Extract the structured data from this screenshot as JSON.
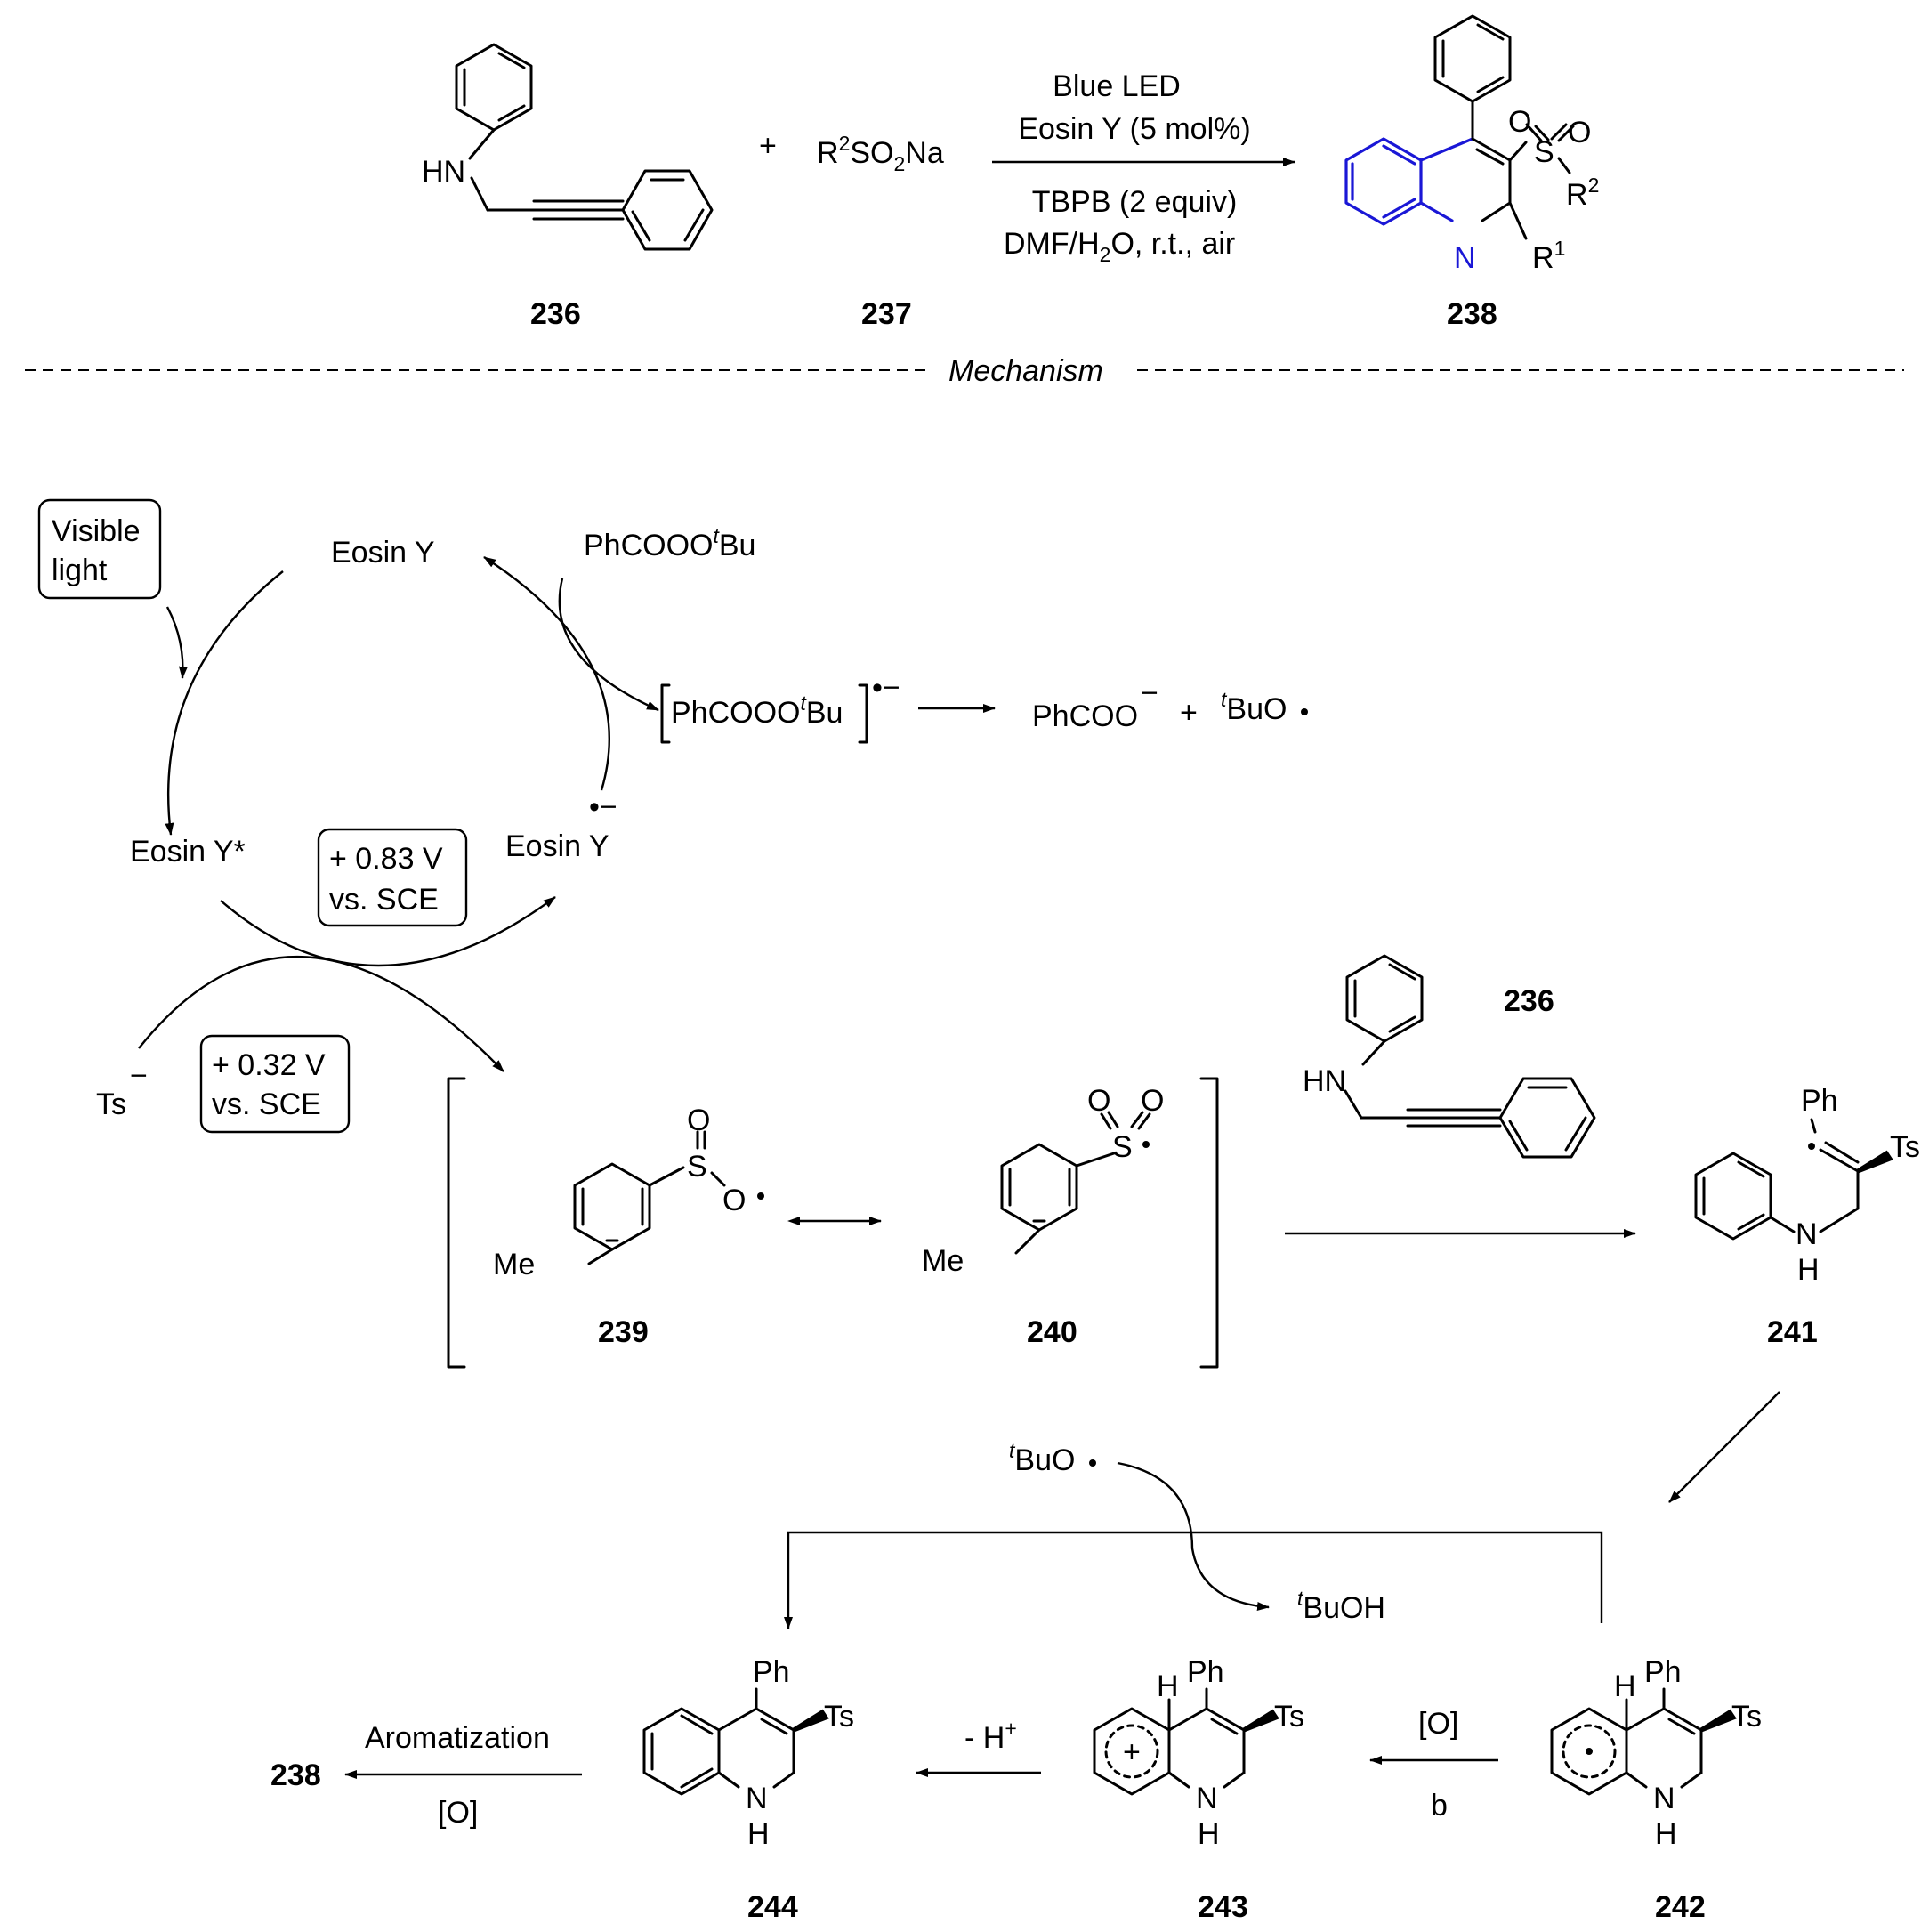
{
  "reaction": {
    "reactant1": "236",
    "plus": "+",
    "reagent": {
      "R": "R",
      "sup": "2",
      "mid": "SO",
      "sub": "2",
      "end": "Na",
      "id": "237"
    },
    "conditions": {
      "line1": "Blue LED",
      "line2": "Eosin Y (5 mol%)",
      "line3": "TBPB (2 equiv)",
      "line4_a": "DMF/H",
      "line4_sub": "2",
      "line4_b": "O, r.t., air"
    },
    "product": "238"
  },
  "mechanism_label": "Mechanism",
  "labels": {
    "HN": "HN",
    "N": "N",
    "NH_N": "N",
    "NH_H": "H",
    "H": "H",
    "O": "O",
    "S": "S",
    "R": "R",
    "R1_sup": "1",
    "R2_sup": "2",
    "Ph": "Ph",
    "Ts": "Ts",
    "Me": "Me"
  },
  "cycle": {
    "visible_light_1": "Visible",
    "visible_light_2": "light",
    "eosin_y": "Eosin Y",
    "eosin_y_star": "Eosin Y*",
    "eosin_y_rad": "Eosin Y",
    "eosin_rad_sign": "•−",
    "tbpb_a": "PhCOOO",
    "tbpb_t": "t",
    "tbpb_b": "Bu",
    "radical_anion_sign": "•−",
    "phcoo": "PhCOO",
    "minus": "−",
    "plus": "+",
    "tbuo": "BuO",
    "t": "t",
    "e1_line1": "+ 0.83 V",
    "e1_line2": "vs. SCE",
    "e2_line1": "+ 0.32 V",
    "e2_line2": "vs. SCE",
    "ts_anion": "Ts",
    "ts_minus": "−"
  },
  "intermediates": {
    "i239": "239",
    "i240": "240",
    "i236": "236",
    "i241": "241",
    "i242": "242",
    "i243": "243",
    "i244": "244",
    "product": "238"
  },
  "steps": {
    "tbuo_label": "BuO",
    "tbuoh_label": "BuOH",
    "t": "t",
    "ox": "[O]",
    "b": "b",
    "minus_h": "- H",
    "plus_sup": "+",
    "aromatization": "Aromatization",
    "ox2": "[O]"
  }
}
